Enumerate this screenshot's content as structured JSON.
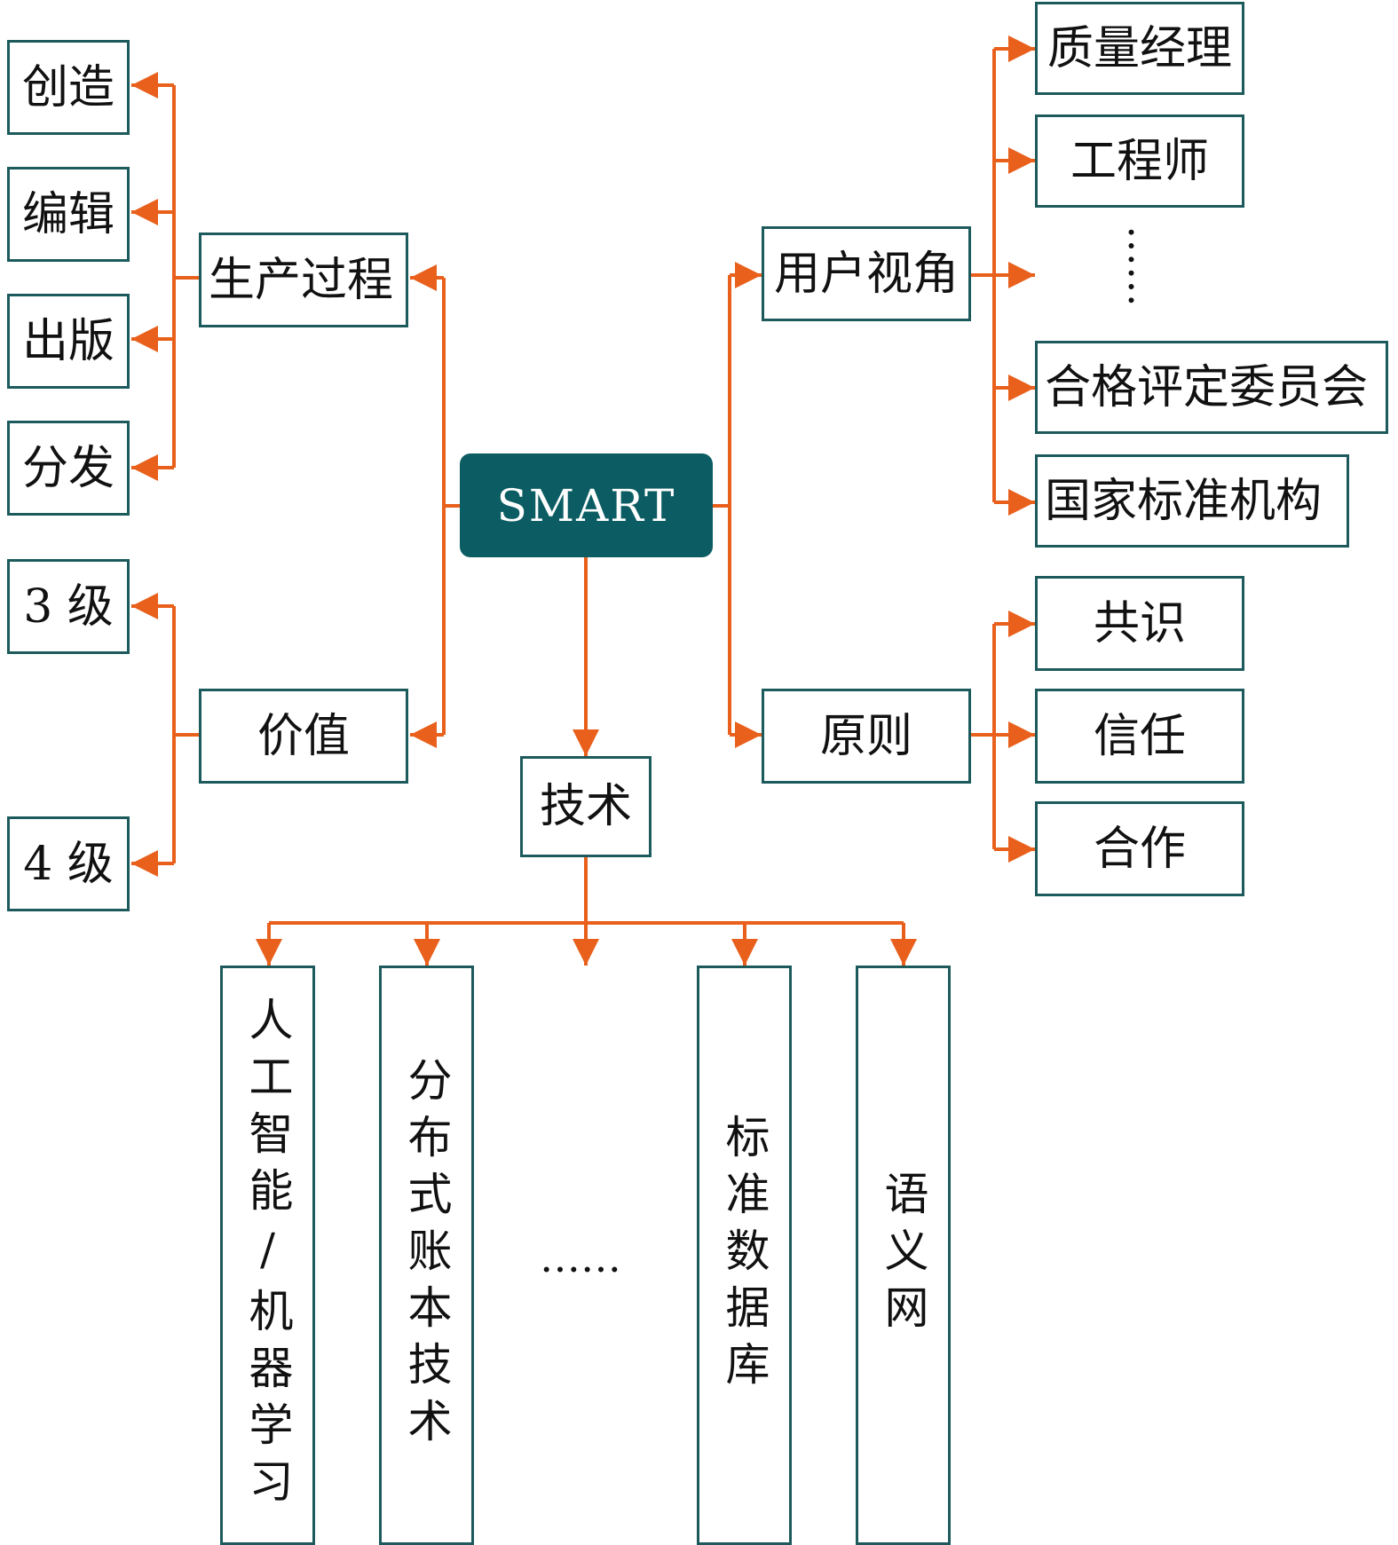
{
  "root": {
    "label": "SMART"
  },
  "left": {
    "production": {
      "label": "生产过程",
      "items": [
        "创造",
        "编辑",
        "出版",
        "分发"
      ]
    },
    "value": {
      "label": "价值",
      "items": [
        "3 级",
        "4 级"
      ]
    }
  },
  "right": {
    "user_view": {
      "label": "用户视角",
      "items": [
        "质量经理",
        "工程师",
        "合格评定委员会",
        "国家标准机构"
      ],
      "ellipsis": "……"
    },
    "principles": {
      "label": "原则",
      "items": [
        "共识",
        "信任",
        "合作"
      ]
    }
  },
  "bottom": {
    "technology": {
      "label": "技术",
      "items": [
        "人工智能/机器学习",
        "分布式账本技术",
        "标准数据库",
        "语义网"
      ],
      "ellipsis": "……"
    }
  },
  "colors": {
    "arrow": "#e8601c",
    "root_fill": "#0b5d63",
    "box_border": "#1d5a5c"
  }
}
